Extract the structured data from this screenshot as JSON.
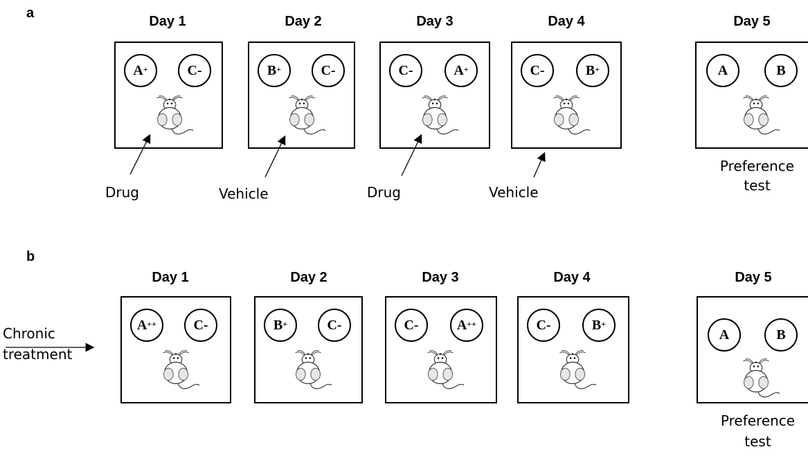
{
  "panels": [
    {
      "label": "a",
      "days": [
        {
          "title": "Day 1",
          "left": {
            "text": "A",
            "sup": "+"
          },
          "right": {
            "text": "C-",
            "sup": ""
          },
          "caption": "Drug"
        },
        {
          "title": "Day 2",
          "left": {
            "text": "B",
            "sup": "+"
          },
          "right": {
            "text": "C-",
            "sup": ""
          },
          "caption": "Vehicle"
        },
        {
          "title": "Day 3",
          "left": {
            "text": "C-",
            "sup": ""
          },
          "right": {
            "text": "A",
            "sup": "+"
          },
          "caption": "Drug"
        },
        {
          "title": "Day 4",
          "left": {
            "text": "C-",
            "sup": ""
          },
          "right": {
            "text": "B",
            "sup": "+"
          },
          "caption": "Vehicle"
        },
        {
          "title": "Day 5",
          "left": {
            "text": "A",
            "sup": ""
          },
          "right": {
            "text": "B",
            "sup": ""
          },
          "caption_line1": "Preference",
          "caption_line2": "test"
        }
      ]
    },
    {
      "label": "b",
      "side_label_line1": "Chronic",
      "side_label_line2": "treatment",
      "days": [
        {
          "title": "Day 1",
          "left": {
            "text": "A",
            "sup": "++"
          },
          "right": {
            "text": "C-",
            "sup": ""
          }
        },
        {
          "title": "Day 2",
          "left": {
            "text": "B",
            "sup": "+"
          },
          "right": {
            "text": "C-",
            "sup": ""
          }
        },
        {
          "title": "Day 3",
          "left": {
            "text": "C-",
            "sup": ""
          },
          "right": {
            "text": "A",
            "sup": "++"
          }
        },
        {
          "title": "Day 4",
          "left": {
            "text": "C-",
            "sup": ""
          },
          "right": {
            "text": "B",
            "sup": "+"
          }
        },
        {
          "title": "Day 5",
          "left": {
            "text": "A",
            "sup": ""
          },
          "right": {
            "text": "B",
            "sup": ""
          },
          "caption_line1": "Preference",
          "caption_line2": "test"
        }
      ]
    }
  ]
}
